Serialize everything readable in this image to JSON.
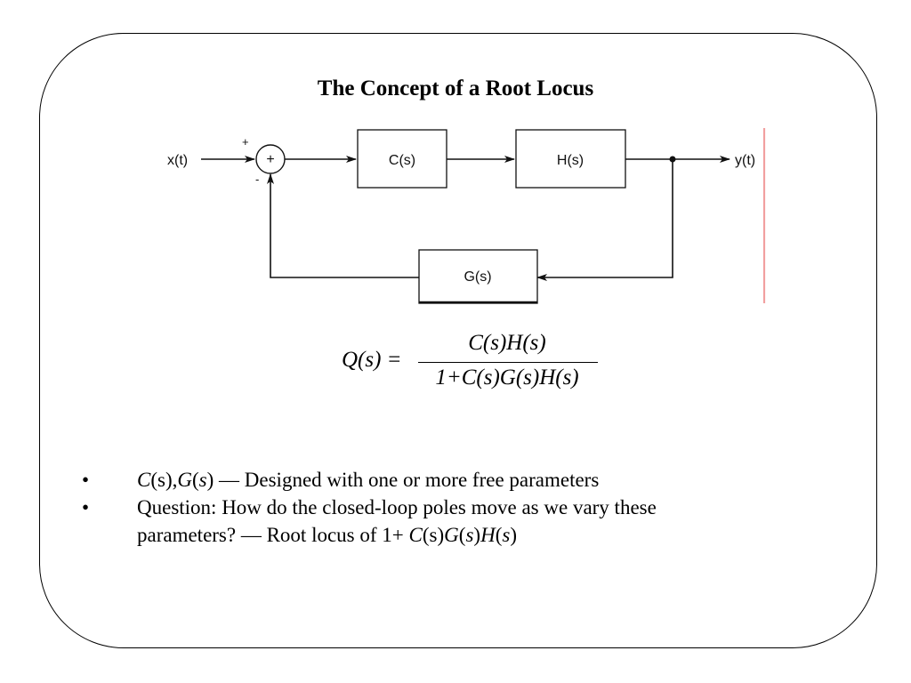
{
  "slide": {
    "title": "The Concept of a Root Locus"
  },
  "diagram": {
    "input_label": "x(t)",
    "output_label": "y(t)",
    "summing_symbol": "+",
    "plus_sign": "+",
    "minus_sign": "-",
    "block_c": "C(s)",
    "block_h": "H(s)",
    "block_g": "G(s)"
  },
  "equation": {
    "lhs": "Q(s) =",
    "numerator": "C(s)H(s)",
    "denominator": "1+C(s)G(s)H(s)"
  },
  "bullets": [
    {
      "marker": "•",
      "text_a": "C",
      "text_b": "(s),",
      "text_c": "G",
      "text_d": "(",
      "text_e": "s",
      "text_f": ") — Designed with one or more free parameters"
    },
    {
      "marker": "•",
      "line1": "Question:  How do the closed-loop poles move as we vary these",
      "line2_a": "parameters?  — Root locus of 1+ ",
      "line2_b": "C",
      "line2_c": "(s)",
      "line2_d": "G",
      "line2_e": "(",
      "line2_f": "s",
      "line2_g": ")",
      "line2_h": "H",
      "line2_i": "(",
      "line2_j": "s",
      "line2_k": ")"
    }
  ]
}
